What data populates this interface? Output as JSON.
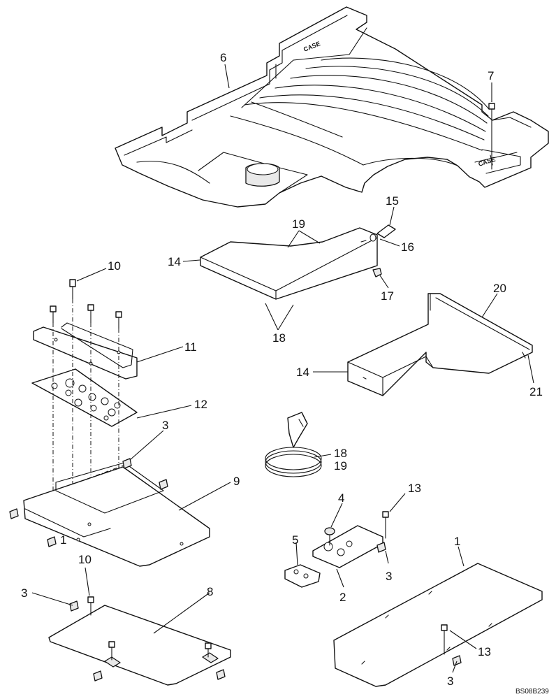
{
  "callouts": {
    "c6": "6",
    "c7": "7",
    "c15": "15",
    "c19_top": "19",
    "c16": "16",
    "c14_top": "14",
    "c17": "17",
    "c18_top": "18",
    "c10_top": "10",
    "c11": "11",
    "c20": "20",
    "c14_bottom": "14",
    "c21": "21",
    "c12": "12",
    "c3_upper": "3",
    "c18_coil": "18",
    "c19_coil": "19",
    "c9": "9",
    "c13_upper": "13",
    "c4": "4",
    "c5": "5",
    "c1_plate": "1",
    "c1_bottom": "1",
    "c3_mid": "3",
    "c2": "2",
    "c10_bottom": "10",
    "c3_left": "3",
    "c8": "8",
    "c13_lower": "13",
    "c3_lower": "3"
  },
  "logo_text": "CASE",
  "drawing_code": "BS08B239"
}
